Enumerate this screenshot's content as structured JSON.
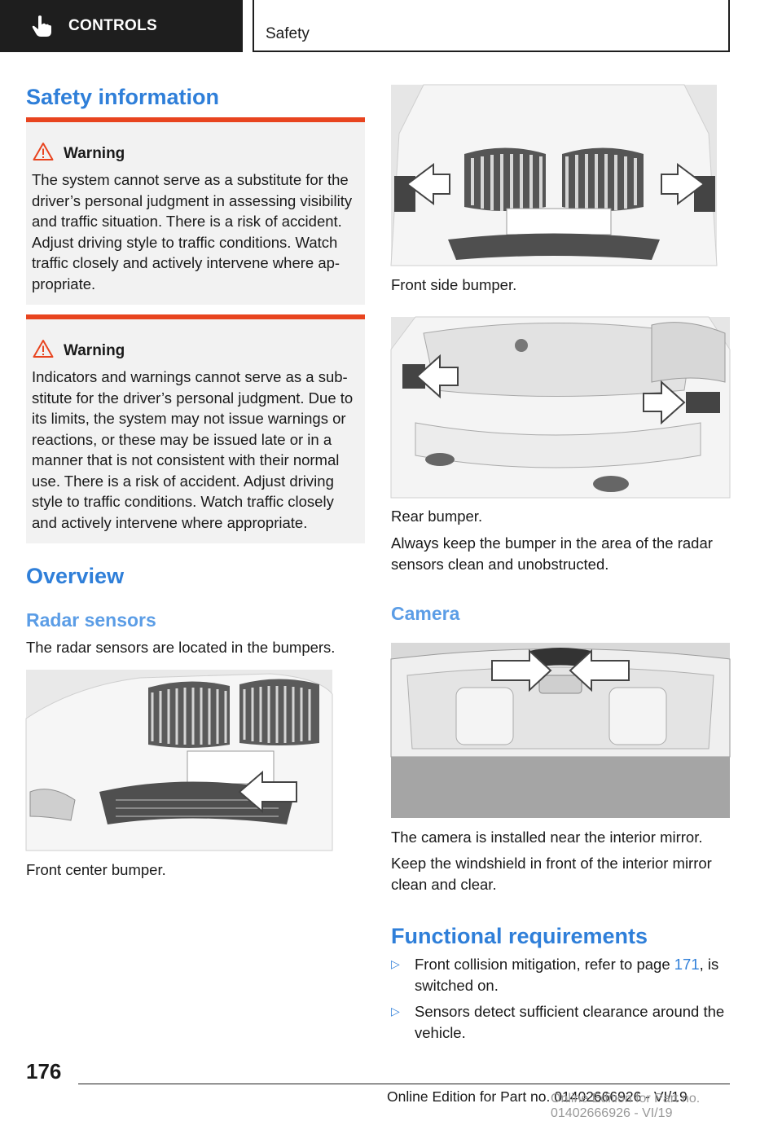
{
  "header": {
    "chapter": "CONTROLS",
    "section": "Safety"
  },
  "safety_information": {
    "title": "Safety information",
    "warning1": {
      "title": "Warning",
      "text": "The system cannot serve as a substitute for the driver’s personal judgment in assessing visibility and traffic situation. There is a risk of accident. Adjust driving style to traffic conditions. Watch traffic closely and actively intervene where ap‐propriate."
    },
    "warning2": {
      "title": "Warning",
      "text": "Indicators and warnings cannot serve as a sub‐stitute for the driver’s personal judgment. Due to its limits, the system may not issue warnings or reactions, or these may be issued late or in a manner that is not consistent with their normal use. There is a risk of accident. Adjust driving style to traffic conditions. Watch traffic closely and actively intervene where appropriate."
    }
  },
  "overview": {
    "title": "Overview",
    "radar_sensors": {
      "title": "Radar sensors",
      "text": "The radar sensors are located in the bumpers.",
      "caption_front_center": "Front center bumper.",
      "caption_front_side": "Front side bumper.",
      "caption_rear": "Rear bumper.",
      "text_keep_clean": "Always keep the bumper in the area of the radar sensors clean and unobstructed."
    },
    "camera": {
      "title": "Camera",
      "text1": "The camera is installed near the interior mirror.",
      "text2": "Keep the windshield in front of the interior mirror clean and clear."
    }
  },
  "functional_requirements": {
    "title": "Functional requirements",
    "bullet_marker": "▷",
    "item1_before": "Front collision mitigation, refer to page ",
    "item1_link": "171",
    "item1_after": ", is switched on.",
    "item2": "Sensors detect sufficient clearance around the vehicle."
  },
  "footer": {
    "page_number": "176",
    "edition": "Online Edition for Part no. 01402666926 - VI/19",
    "watermark": "Online Edition for Part no. 01402666926 - VI/19"
  },
  "colors": {
    "heading_blue": "#2f7fd9",
    "subheading_blue": "#5b9de6",
    "warning_red": "#e8441f",
    "header_dark": "#1e1e1e"
  },
  "icons": [
    "hand-pointer-icon",
    "warning-triangle-icon"
  ]
}
